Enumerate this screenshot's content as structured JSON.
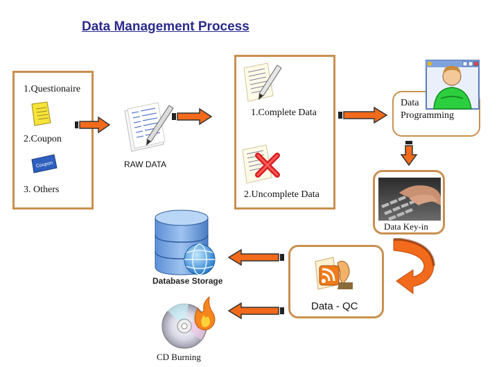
{
  "title": "Data Management Process",
  "sources": {
    "item1": "1.Questionaire",
    "item2": "2.Coupon",
    "item3": "3. Others",
    "coupon_icon_text": "Coupon"
  },
  "raw_data_label": "RAW DATA",
  "validation": {
    "complete": "1.Complete Data",
    "uncomplete": "2.Uncomplete Data"
  },
  "programming_label_1": "Data",
  "programming_label_2": "Programming",
  "keyin_label": "Data Key-in",
  "qc_label": "Data - QC",
  "storage_label": "Database Storage",
  "cd_label": "CD Burning",
  "icons": [
    "notepad-icon",
    "coupon-icon",
    "document-pen-icon",
    "document-check-icon",
    "document-cross-icon",
    "programmer-icon",
    "keyboard-icon",
    "rss-reader-icon",
    "database-globe-icon",
    "cd-fire-icon"
  ],
  "colors": {
    "title": "#2a2a8c",
    "box_border": "#c8904f",
    "arrow": "#f26a1b"
  }
}
